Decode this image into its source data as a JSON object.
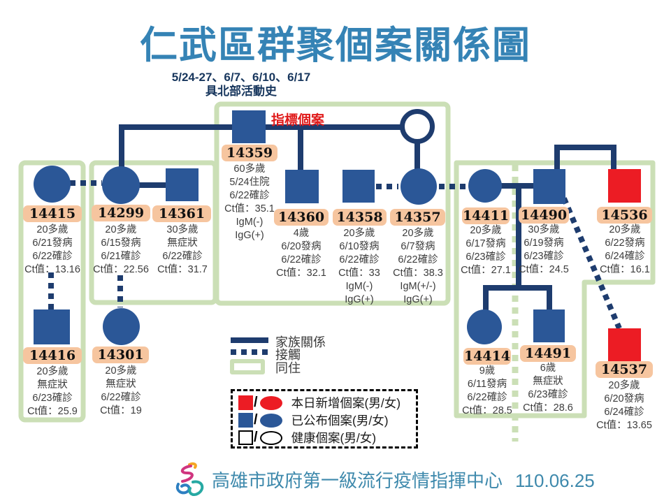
{
  "title": "仁武區群聚個案關係圖",
  "subtitle": {
    "line1": "5/24-27、6/7、6/10、6/17",
    "line2": "具北部活動史"
  },
  "index_case_tag": "指標個案",
  "cases": [
    {
      "id": "14359",
      "sex": "male",
      "status": "published",
      "info": [
        "60多歲",
        "5/24住院",
        "6/22確診",
        "Ct值：35.1",
        "IgM(-)",
        "IgG(+)"
      ]
    },
    {
      "id": "14415",
      "sex": "female",
      "status": "published",
      "info": [
        "20多歲",
        "6/21發病",
        "6/22確診",
        "Ct值：13.16"
      ]
    },
    {
      "id": "14299",
      "sex": "female",
      "status": "published",
      "info": [
        "20多歲",
        "6/15發病",
        "6/21確診",
        "Ct值：22.56"
      ]
    },
    {
      "id": "14361",
      "sex": "male",
      "status": "published",
      "info": [
        "30多歲",
        "無症狀",
        "6/22確診",
        "Ct值：31.7"
      ]
    },
    {
      "id": "14360",
      "sex": "male",
      "status": "published",
      "info": [
        "4歲",
        "6/20發病",
        "6/22確診",
        "Ct值：32.1"
      ]
    },
    {
      "id": "14358",
      "sex": "male",
      "status": "published",
      "info": [
        "20多歲",
        "6/10發病",
        "6/22確診",
        "Ct值：33",
        "IgM(-)",
        "IgG(+)"
      ]
    },
    {
      "id": "14357",
      "sex": "female",
      "status": "published",
      "info": [
        "20多歲",
        "6/7發病",
        "6/22確診",
        "Ct值：38.3",
        "IgM(+/-)",
        "IgG(+)"
      ]
    },
    {
      "id": "14411",
      "sex": "female",
      "status": "published",
      "info": [
        "20多歲",
        "6/17發病",
        "6/23確診",
        "Ct值：27.1"
      ]
    },
    {
      "id": "14490",
      "sex": "male",
      "status": "published",
      "info": [
        "30多歲",
        "6/19發病",
        "6/23確診",
        "Ct值：24.5"
      ]
    },
    {
      "id": "14536",
      "sex": "male",
      "status": "new-today",
      "info": [
        "20多歲",
        "6/22發病",
        "6/24確診",
        "Ct值：16.1"
      ]
    },
    {
      "id": "14416",
      "sex": "male",
      "status": "published",
      "info": [
        "20多歲",
        "無症狀",
        "6/23確診",
        "Ct值：25.9"
      ]
    },
    {
      "id": "14301",
      "sex": "female",
      "status": "published",
      "info": [
        "20多歲",
        "無症狀",
        "6/22確診",
        "Ct值：19"
      ]
    },
    {
      "id": "14414",
      "sex": "female",
      "status": "published",
      "info": [
        "9歲",
        "6/11發病",
        "6/22確診",
        "Ct值：28.5"
      ]
    },
    {
      "id": "14491",
      "sex": "male",
      "status": "published",
      "info": [
        "6歲",
        "無症狀",
        "6/23確診",
        "Ct值：28.6"
      ]
    },
    {
      "id": "14537",
      "sex": "male",
      "status": "new-today",
      "info": [
        "20多歲",
        "6/20發病",
        "6/24確診",
        "Ct值：13.65"
      ]
    }
  ],
  "healthy_spouse": {
    "sex": "female",
    "status": "healthy"
  },
  "legend": {
    "family_label": "家族關係",
    "contact_label": "接觸",
    "cohabit_label": "同住",
    "rows": [
      {
        "label": "本日新增個案(男/女)",
        "color": "#ec1c24"
      },
      {
        "label": "已公布個案(男/女)",
        "color": "#2b5797"
      },
      {
        "label": "健康個案(男/女)",
        "color": "#ffffff"
      }
    ]
  },
  "footer": {
    "org": "高雄市政府第一級流行疫情指揮中心",
    "date": "110.06.25"
  },
  "colors": {
    "case_blue": "#2b5797",
    "case_red": "#ec1c24",
    "line_navy": "#1e3c6e",
    "cohabit_green": "#cbdfb6",
    "label_peach": "#f6c59f",
    "title_blue": "#3583b5",
    "footer_teal": "#3e89ac",
    "index_tag_red": "#e01b1b"
  }
}
